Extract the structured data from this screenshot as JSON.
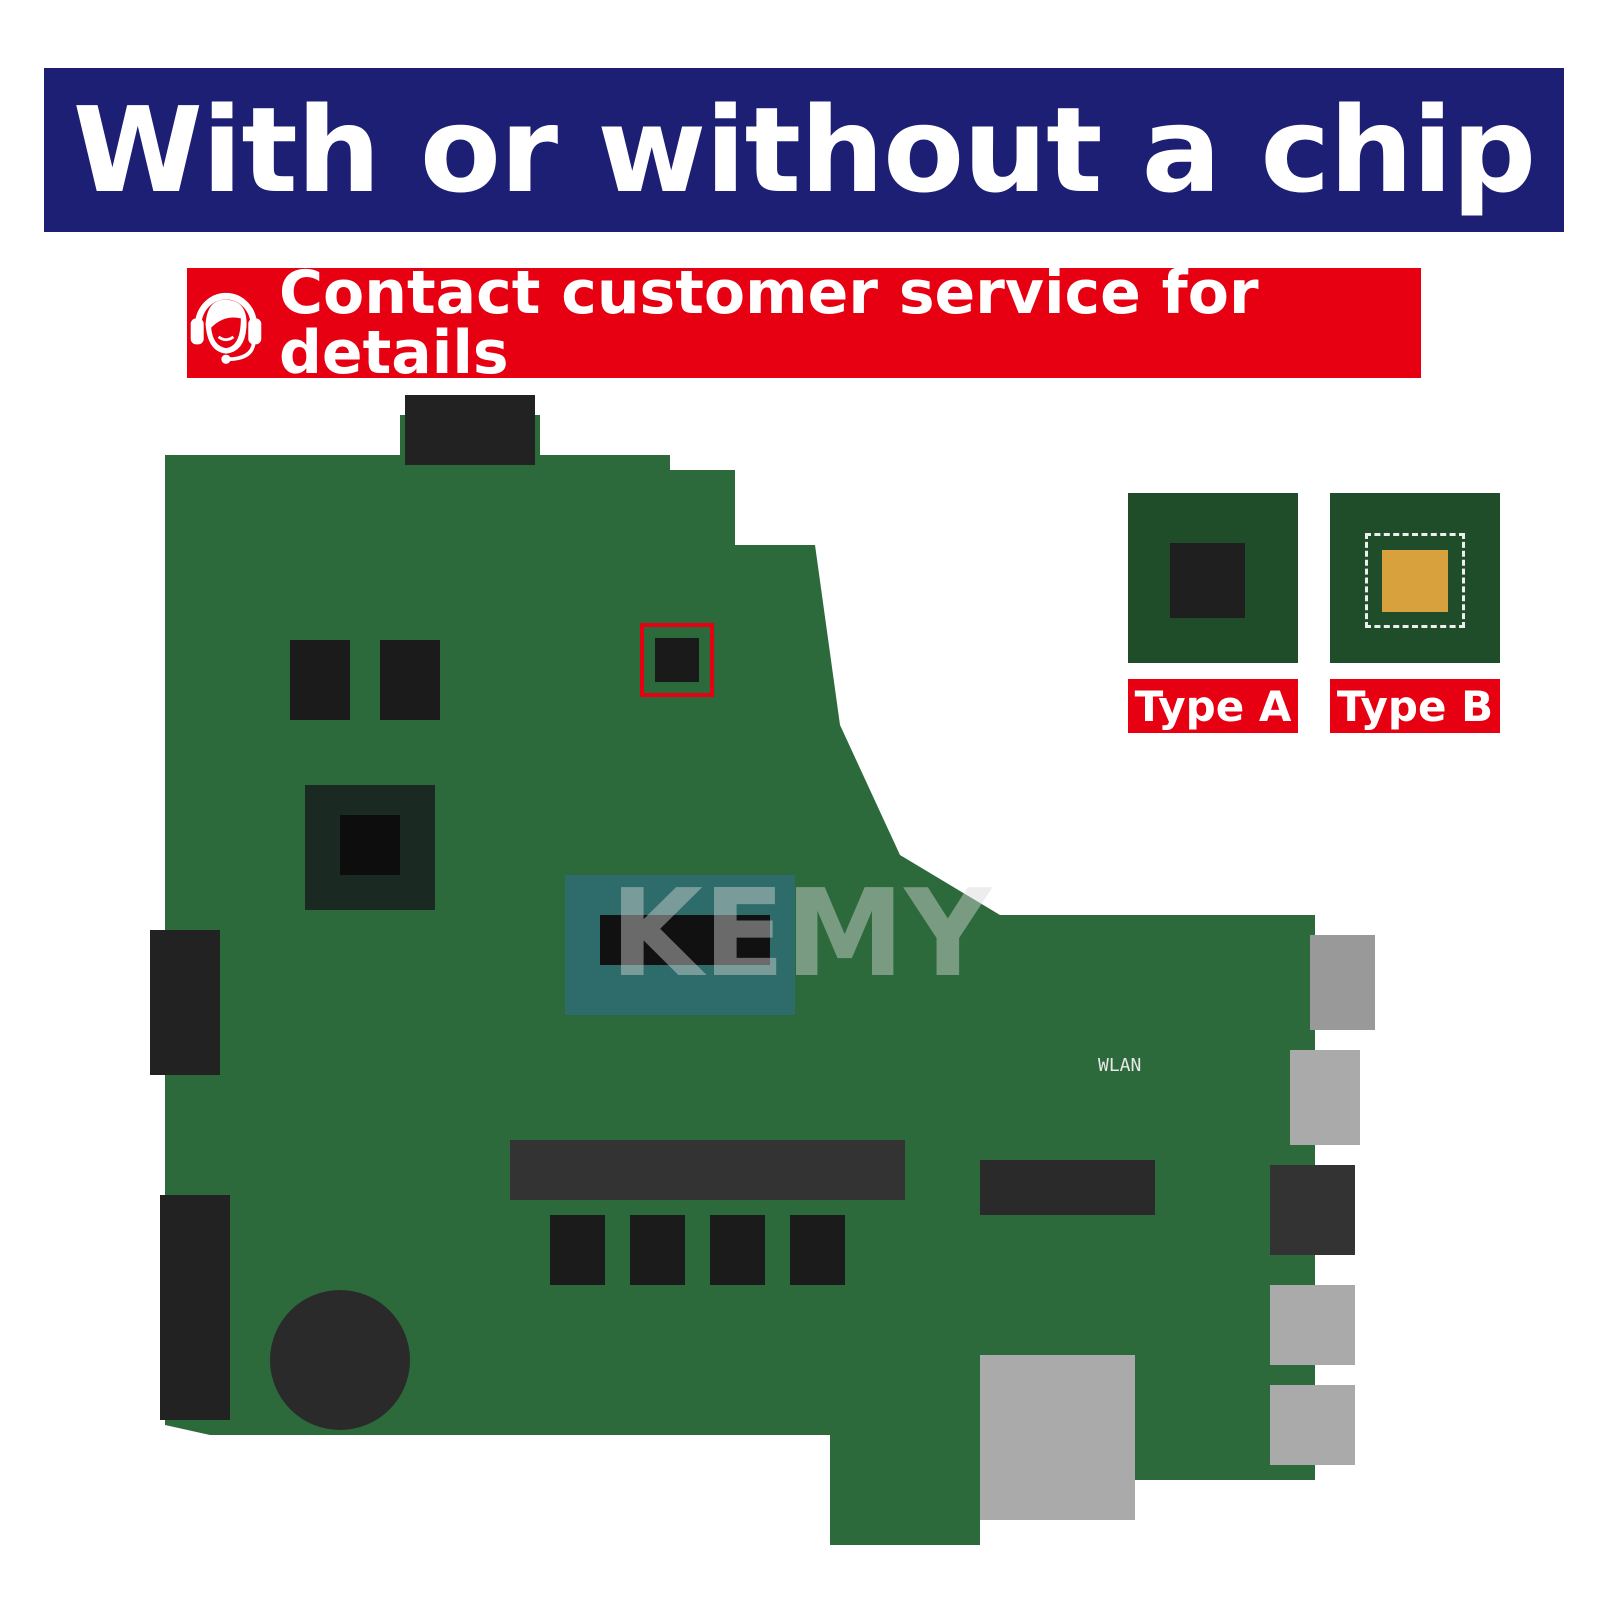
{
  "header": {
    "title": "With or without a chip"
  },
  "contact_banner": {
    "text": "Contact customer service for details",
    "icon": "headset-agent-icon"
  },
  "chip_types": [
    {
      "label": "Type A"
    },
    {
      "label": "Type B"
    }
  ],
  "board_labels": {
    "wlan": "WLAN",
    "watermark": "KEMY"
  },
  "colors": {
    "header_bg": "#1d1f74",
    "accent_red": "#e60012",
    "pcb_green": "#2c6a3b"
  }
}
